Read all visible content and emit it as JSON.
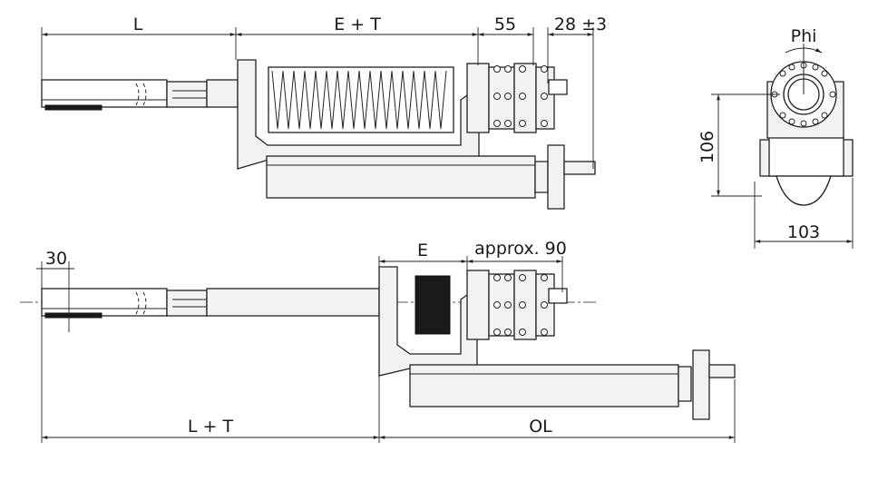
{
  "labels": {
    "L": "L",
    "E_plus_T": "E + T",
    "d55": "55",
    "d28": "28 ±3",
    "Phi": "Phi",
    "d106": "106",
    "d103": "103",
    "d30": "30",
    "E": "E",
    "approx90": "approx. 90",
    "L_plus_T": "L + T",
    "OL": "OL"
  }
}
